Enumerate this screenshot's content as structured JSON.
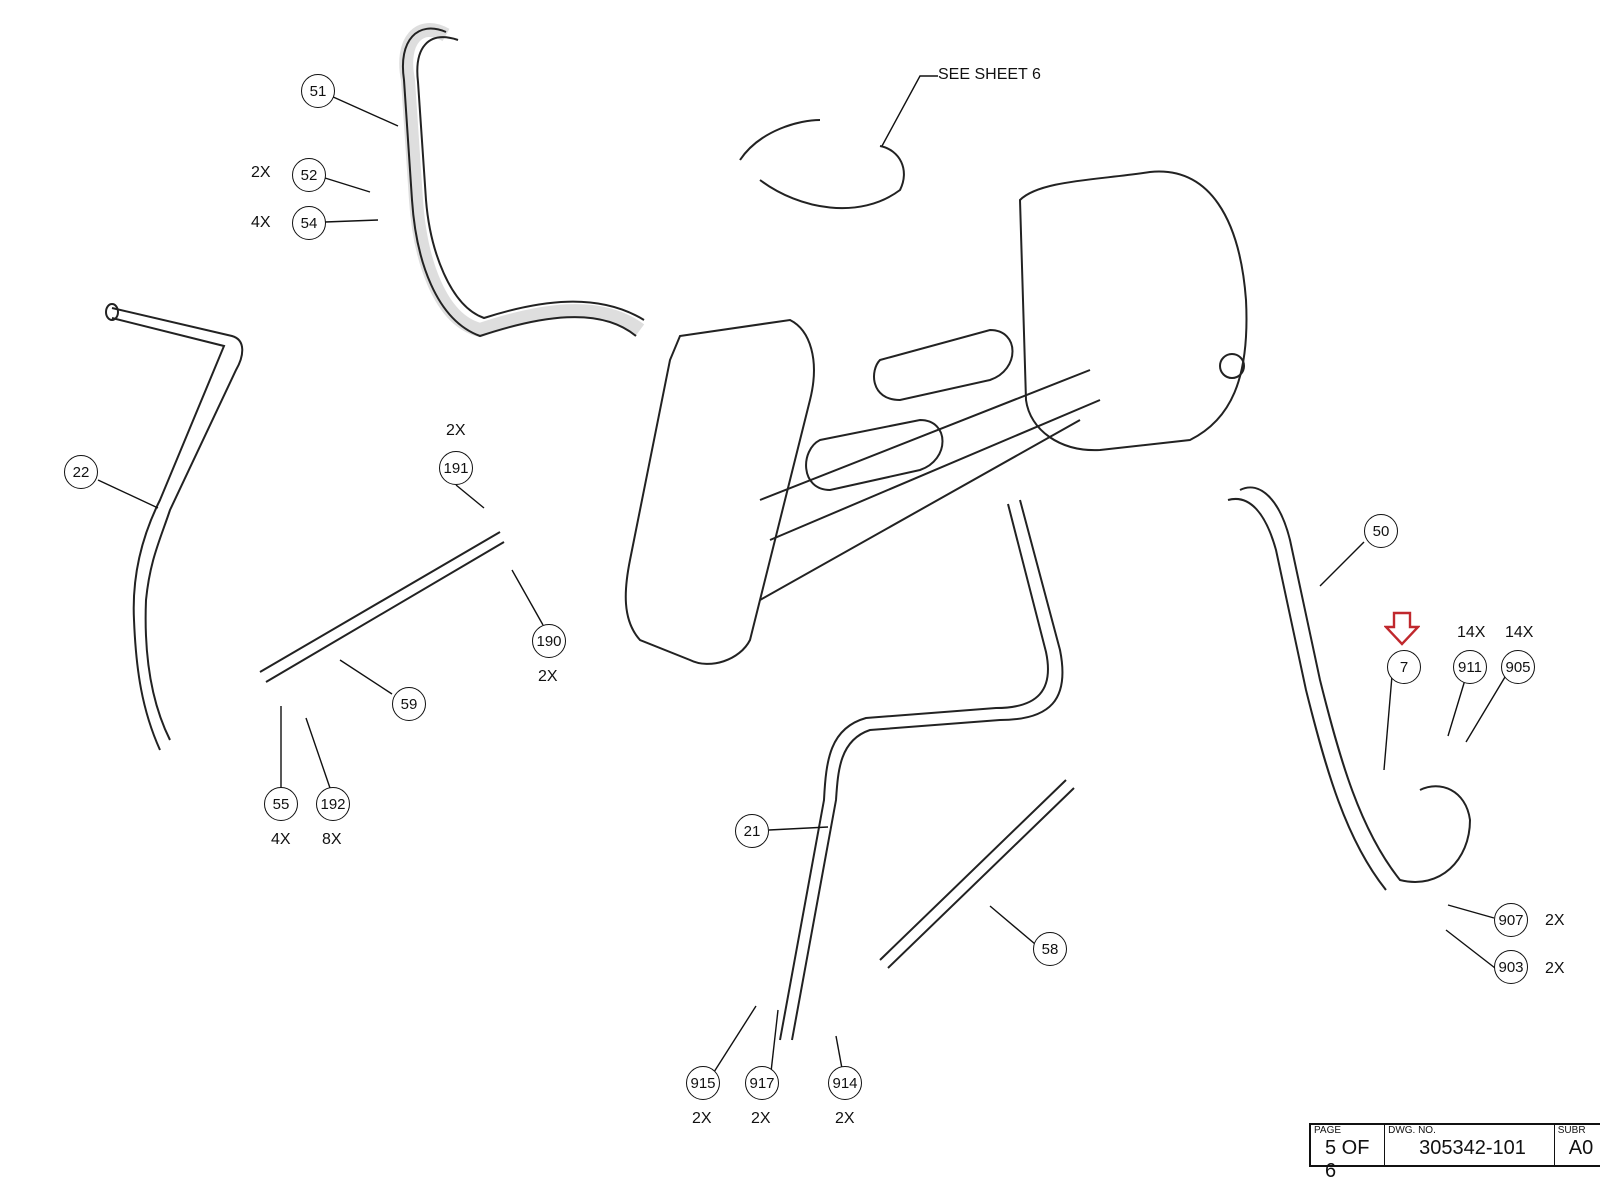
{
  "drawing": {
    "balloons": [
      {
        "id": "51",
        "qty": ""
      },
      {
        "id": "52",
        "qty": "2X"
      },
      {
        "id": "54",
        "qty": "4X"
      },
      {
        "id": "22",
        "qty": ""
      },
      {
        "id": "191",
        "qty": "2X"
      },
      {
        "id": "190",
        "qty": "2X"
      },
      {
        "id": "59",
        "qty": ""
      },
      {
        "id": "55",
        "qty": "4X"
      },
      {
        "id": "192",
        "qty": "8X"
      },
      {
        "id": "50",
        "qty": ""
      },
      {
        "id": "7",
        "qty": ""
      },
      {
        "id": "911",
        "qty": "14X"
      },
      {
        "id": "905",
        "qty": "14X"
      },
      {
        "id": "907",
        "qty": "2X"
      },
      {
        "id": "903",
        "qty": "2X"
      },
      {
        "id": "21",
        "qty": ""
      },
      {
        "id": "58",
        "qty": ""
      },
      {
        "id": "915",
        "qty": "2X"
      },
      {
        "id": "917",
        "qty": "2X"
      },
      {
        "id": "914",
        "qty": "2X"
      }
    ],
    "see_sheet_note": "SEE SHEET 6",
    "highlight_color": "#c0282d",
    "highlighted_part": "7"
  },
  "title_block": {
    "page_caption": "PAGE",
    "page_value": "5 OF 6",
    "dwg_caption": "DWG. NO.",
    "dwg_value": "305342-101",
    "subr_caption": "SUBR",
    "subr_value": "A0"
  }
}
